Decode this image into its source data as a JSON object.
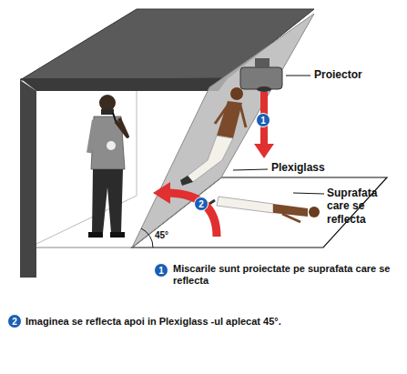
{
  "diagram": {
    "labels": [
      "Proiector",
      "1",
      "Plexiglass",
      "2",
      "Suprafata care se reflecta",
      "45°",
      "1",
      "Miscarile sunt proiectate pe suprafata care se reflecta",
      "2",
      "Imaginea se reflecta apoi in Plexiglass -ul aplecat 45°."
    ]
  }
}
